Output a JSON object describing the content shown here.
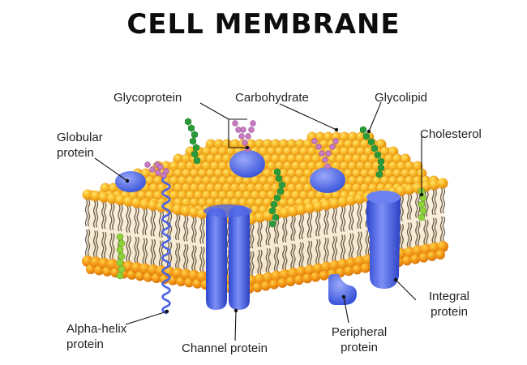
{
  "title": "CELL MEMBRANE",
  "labels": {
    "glycoprotein": "Glycoprotein",
    "carbohydrate": "Carbohydrate",
    "glycolipid": "Glycolipid",
    "globular_protein": [
      "Globular",
      "protein"
    ],
    "cholesterol": "Cholesterol",
    "alpha_helix_protein": [
      "Alpha-helix",
      "protein"
    ],
    "channel_protein": "Channel protein",
    "peripheral_protein": [
      "Peripheral",
      "protein"
    ],
    "integral_protein": [
      "Integral",
      "protein"
    ]
  },
  "colors": {
    "phospholipid_head": "#f6a81c",
    "phospholipid_head_highlight": "#ffd84a",
    "lipid_tail": "#6b5a45",
    "protein": "#4a63e6",
    "protein_highlight": "#7d8ff4",
    "glycolipid_chain": "#2a9a3a",
    "carbohydrate_chain": "#c77bc0",
    "cholesterol": "#8fd23a",
    "leader_line": "#000000"
  }
}
